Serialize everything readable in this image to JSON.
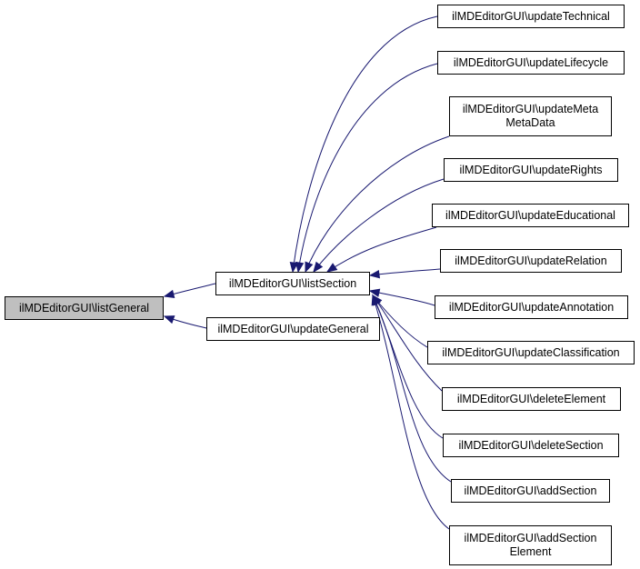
{
  "graph": {
    "edge_color": "#191970",
    "root_fill": "#bfbfbf",
    "nodes": {
      "listGeneral": "ilMDEditorGUI\\listGeneral",
      "listSection": "ilMDEditorGUI\\listSection",
      "updateGeneral": "ilMDEditorGUI\\updateGeneral",
      "updateTechnical": "ilMDEditorGUI\\updateTechnical",
      "updateLifecycle": "ilMDEditorGUI\\updateLifecycle",
      "updateMetaMetaData": [
        "ilMDEditorGUI\\updateMeta",
        "MetaData"
      ],
      "updateRights": "ilMDEditorGUI\\updateRights",
      "updateEducational": "ilMDEditorGUI\\updateEducational",
      "updateRelation": "ilMDEditorGUI\\updateRelation",
      "updateAnnotation": "ilMDEditorGUI\\updateAnnotation",
      "updateClassification": "ilMDEditorGUI\\updateClassification",
      "deleteElement": "ilMDEditorGUI\\deleteElement",
      "deleteSection": "ilMDEditorGUI\\deleteSection",
      "addSection": "ilMDEditorGUI\\addSection",
      "addSectionElement": [
        "ilMDEditorGUI\\addSection",
        "Element"
      ]
    }
  }
}
